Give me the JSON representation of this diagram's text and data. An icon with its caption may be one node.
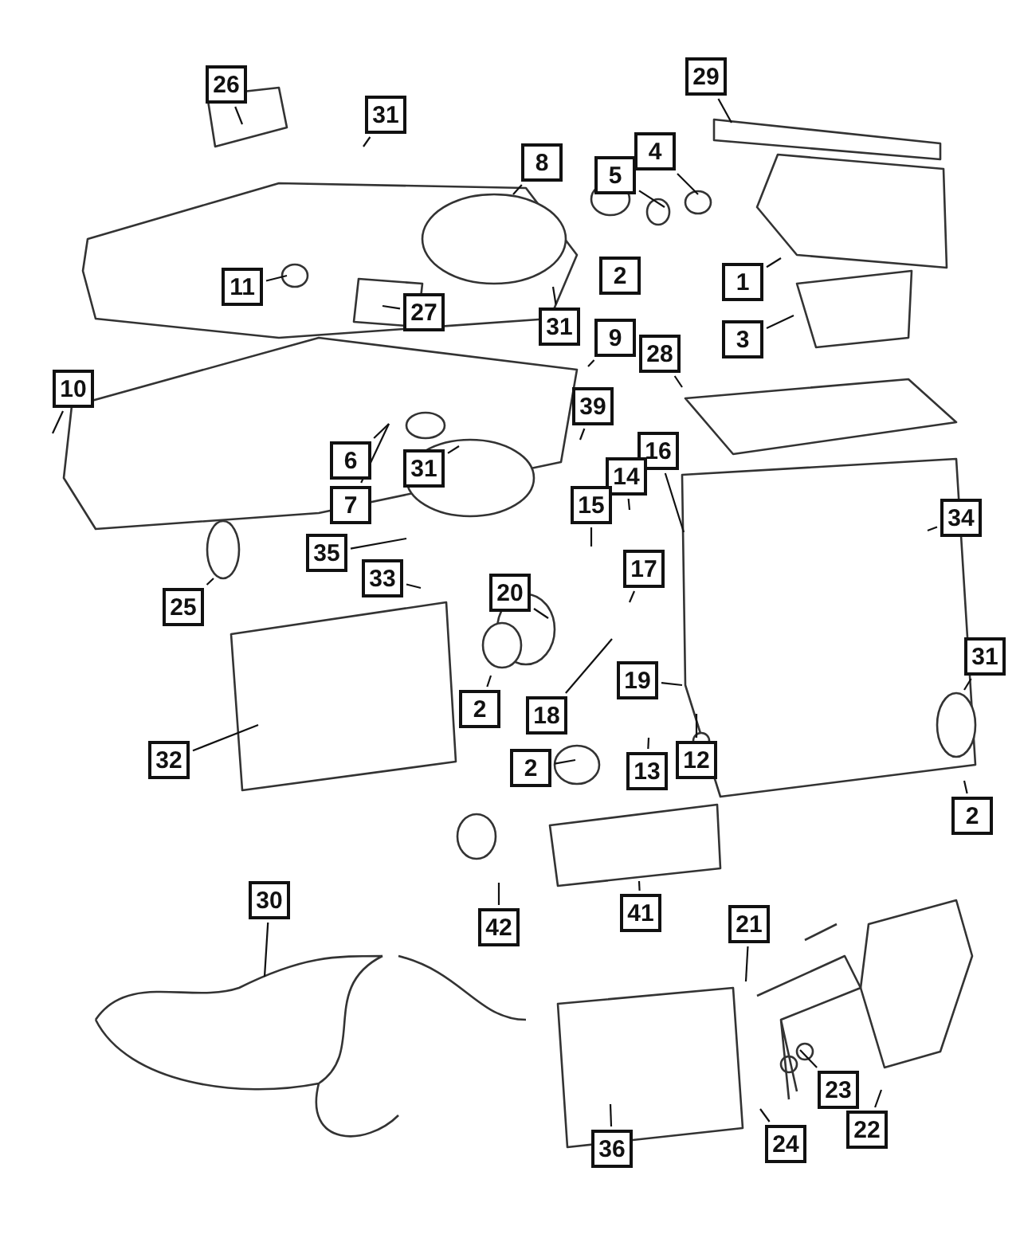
{
  "diagram": {
    "nodes": [
      {
        "text": [
          "26"
        ]
      },
      {
        "text": [
          "31"
        ]
      },
      {
        "text": [
          "8"
        ]
      },
      {
        "text": [
          "29"
        ]
      },
      {
        "text": [
          "4"
        ]
      },
      {
        "text": [
          "5"
        ]
      },
      {
        "text": [
          "2"
        ]
      },
      {
        "text": [
          "1"
        ]
      },
      {
        "text": [
          "3"
        ]
      },
      {
        "text": [
          "11"
        ]
      },
      {
        "text": [
          "27"
        ]
      },
      {
        "text": [
          "31"
        ]
      },
      {
        "text": [
          "9"
        ]
      },
      {
        "text": [
          "28"
        ]
      },
      {
        "text": [
          "10"
        ]
      },
      {
        "text": [
          "39"
        ]
      },
      {
        "text": [
          "6"
        ]
      },
      {
        "text": [
          "31"
        ]
      },
      {
        "text": [
          "7"
        ]
      },
      {
        "text": [
          "16"
        ]
      },
      {
        "text": [
          "14"
        ]
      },
      {
        "text": [
          "15"
        ]
      },
      {
        "text": [
          "34"
        ]
      },
      {
        "text": [
          "35"
        ]
      },
      {
        "text": [
          "33"
        ]
      },
      {
        "text": [
          "20"
        ]
      },
      {
        "text": [
          "17"
        ]
      },
      {
        "text": [
          "25"
        ]
      },
      {
        "text": [
          "2"
        ]
      },
      {
        "text": [
          "18"
        ]
      },
      {
        "text": [
          "19"
        ]
      },
      {
        "text": [
          "31"
        ]
      },
      {
        "text": [
          "2"
        ]
      },
      {
        "text": [
          "13"
        ]
      },
      {
        "text": [
          "12"
        ]
      },
      {
        "text": [
          "32"
        ]
      },
      {
        "text": [
          "2"
        ]
      },
      {
        "text": [
          "41"
        ]
      },
      {
        "text": [
          "42"
        ]
      },
      {
        "text": [
          "30"
        ]
      },
      {
        "text": [
          "21"
        ]
      },
      {
        "text": [
          "23"
        ]
      },
      {
        "text": [
          "22"
        ]
      },
      {
        "text": [
          "24"
        ]
      },
      {
        "text": [
          "36"
        ]
      }
    ],
    "edges": [
      {
        "from": 0,
        "to": null,
        "arrow": "none"
      },
      {
        "from": 1,
        "to": null,
        "arrow": "none"
      },
      {
        "from": 2,
        "to": null,
        "arrow": "none"
      },
      {
        "from": 3,
        "to": null,
        "arrow": "none"
      },
      {
        "from": 4,
        "to": null,
        "arrow": "none"
      },
      {
        "from": 5,
        "to": null,
        "arrow": "none"
      },
      {
        "from": 7,
        "to": null,
        "arrow": "none"
      },
      {
        "from": 8,
        "to": null,
        "arrow": "none"
      },
      {
        "from": 9,
        "to": null,
        "arrow": "none"
      },
      {
        "from": 10,
        "to": null,
        "arrow": "none"
      },
      {
        "from": 11,
        "to": null,
        "arrow": "none"
      },
      {
        "from": 12,
        "to": null,
        "arrow": "none"
      },
      {
        "from": 13,
        "to": null,
        "arrow": "none"
      },
      {
        "from": 14,
        "to": null,
        "arrow": "none"
      },
      {
        "from": 15,
        "to": null,
        "arrow": "none"
      },
      {
        "from": 16,
        "to": null,
        "arrow": "none"
      },
      {
        "from": 17,
        "to": null,
        "arrow": "none"
      },
      {
        "from": 18,
        "to": null,
        "arrow": "none"
      },
      {
        "from": 19,
        "to": null,
        "arrow": "none"
      },
      {
        "from": 20,
        "to": null,
        "arrow": "none"
      },
      {
        "from": 21,
        "to": null,
        "arrow": "none"
      },
      {
        "from": 22,
        "to": null,
        "arrow": "none"
      },
      {
        "from": 23,
        "to": null,
        "arrow": "none"
      },
      {
        "from": 24,
        "to": null,
        "arrow": "none"
      },
      {
        "from": 25,
        "to": null,
        "arrow": "none"
      },
      {
        "from": 26,
        "to": null,
        "arrow": "none"
      },
      {
        "from": 27,
        "to": null,
        "arrow": "none"
      },
      {
        "from": 28,
        "to": null,
        "arrow": "none"
      },
      {
        "from": 29,
        "to": null,
        "arrow": "none"
      },
      {
        "from": 30,
        "to": null,
        "arrow": "none"
      },
      {
        "from": 31,
        "to": null,
        "arrow": "none"
      },
      {
        "from": 32,
        "to": null,
        "arrow": "none"
      },
      {
        "from": 33,
        "to": null,
        "arrow": "none"
      },
      {
        "from": 34,
        "to": null,
        "arrow": "none"
      },
      {
        "from": 35,
        "to": null,
        "arrow": "none"
      },
      {
        "from": 36,
        "to": null,
        "arrow": "none"
      },
      {
        "from": 37,
        "to": null,
        "arrow": "none"
      },
      {
        "from": 38,
        "to": null,
        "arrow": "none"
      },
      {
        "from": 39,
        "to": null,
        "arrow": "none"
      },
      {
        "from": 40,
        "to": null,
        "arrow": "none"
      },
      {
        "from": 41,
        "to": null,
        "arrow": "none"
      },
      {
        "from": 42,
        "to": null,
        "arrow": "none"
      },
      {
        "from": 43,
        "to": null,
        "arrow": "none"
      },
      {
        "from": 44,
        "to": null,
        "arrow": "none"
      }
    ]
  }
}
